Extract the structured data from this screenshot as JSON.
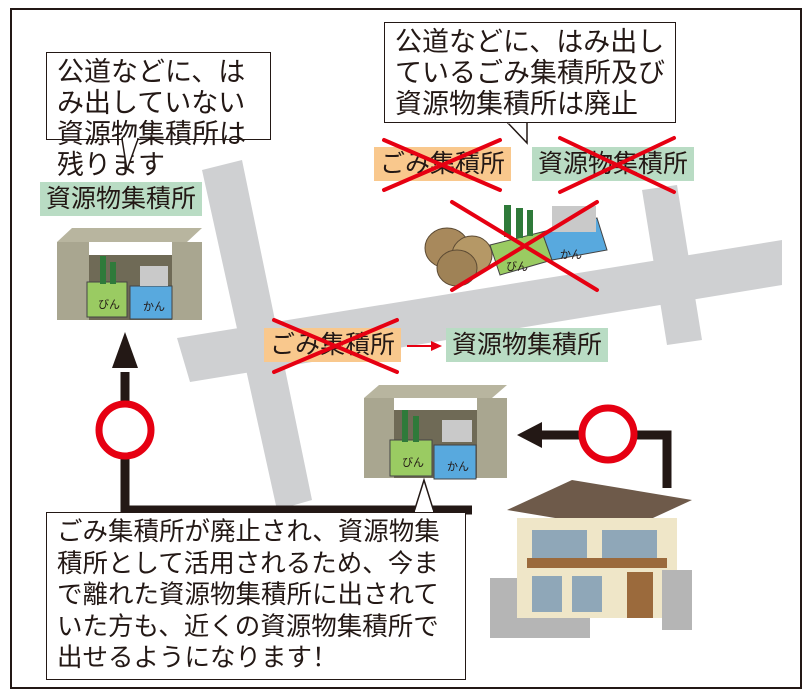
{
  "bubbles": {
    "top_left": "公道などに、はみ出していない資源物集積所は残ります",
    "top_right": "公道などに、はみ出しているごみ集積所及び資源物集積所は廃止",
    "bottom": "ごみ集積所が廃止され、資源物集積所として活用されるため、今まで離れた資源物集積所に出されていた方も、近くの資源物集積所で出せるようになります！"
  },
  "labels": {
    "left_resource": "資源物集積所",
    "top_garbage": "ごみ集積所",
    "top_resource": "資源物集積所",
    "mid_garbage": "ごみ集積所",
    "mid_resource": "資源物集積所"
  },
  "bin_labels": {
    "bottle": "びん",
    "can": "かん"
  },
  "colors": {
    "road": "#cfd0d2",
    "green_label": "#b9dcc4",
    "orange_label": "#f9c88d",
    "cross": "#e60012",
    "circle": "#e60012",
    "arrow": "#231815"
  }
}
